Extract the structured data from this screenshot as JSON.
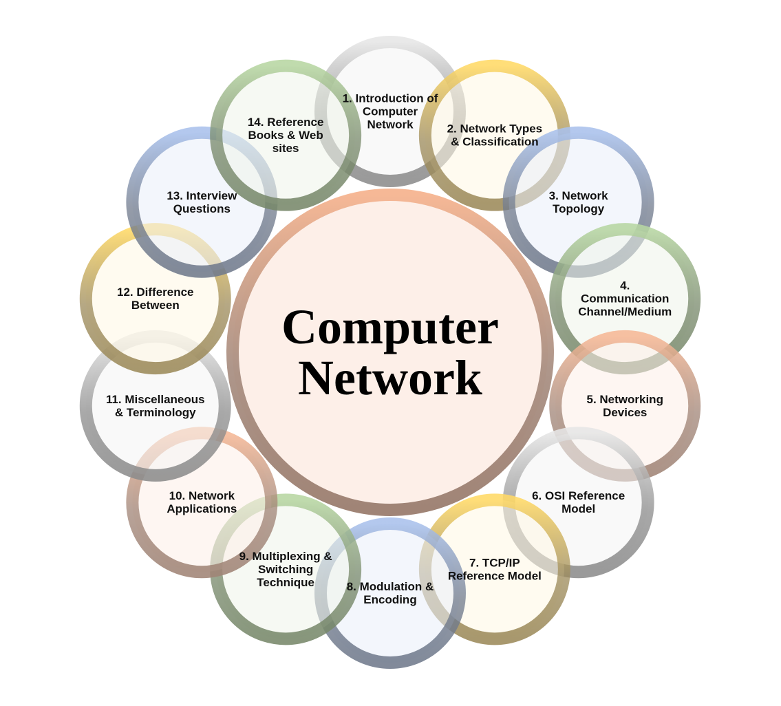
{
  "diagram": {
    "center": {
      "lines": [
        "Computer",
        "Network"
      ],
      "palette": "orange"
    },
    "topics": [
      {
        "id": 1,
        "lines": [
          "1. Introduction of",
          "Computer",
          "Network"
        ],
        "palette": "gray"
      },
      {
        "id": 2,
        "lines": [
          "2. Network Types",
          "& Classification"
        ],
        "palette": "gold"
      },
      {
        "id": 3,
        "lines": [
          "3. Network",
          "Topology"
        ],
        "palette": "blue"
      },
      {
        "id": 4,
        "lines": [
          "4.",
          "Communication",
          "Channel/Medium"
        ],
        "palette": "green"
      },
      {
        "id": 5,
        "lines": [
          "5. Networking",
          "Devices"
        ],
        "palette": "orange"
      },
      {
        "id": 6,
        "lines": [
          "6. OSI Reference",
          "Model"
        ],
        "palette": "gray"
      },
      {
        "id": 7,
        "lines": [
          "7. TCP/IP",
          "Reference Model"
        ],
        "palette": "gold"
      },
      {
        "id": 8,
        "lines": [
          "8. Modulation &",
          "Encoding"
        ],
        "palette": "blue"
      },
      {
        "id": 9,
        "lines": [
          "9. Multiplexing &",
          "Switching",
          "Technique"
        ],
        "palette": "green"
      },
      {
        "id": 10,
        "lines": [
          "10. Network",
          "Applications"
        ],
        "palette": "orange"
      },
      {
        "id": 11,
        "lines": [
          "11. Miscellaneous",
          "& Terminology"
        ],
        "palette": "gray"
      },
      {
        "id": 12,
        "lines": [
          "12. Difference",
          "Between"
        ],
        "palette": "gold"
      },
      {
        "id": 13,
        "lines": [
          "13. Interview",
          "Questions"
        ],
        "palette": "blue"
      },
      {
        "id": 14,
        "lines": [
          "14. Reference",
          "Books & Web",
          "sites"
        ],
        "palette": "green"
      }
    ],
    "palettes": {
      "gray": {
        "fill": "#f4f4f4",
        "ring_light": "#e6e6e6",
        "ring_dark": "#8c8c8c"
      },
      "gold": {
        "fill": "#fff7e3",
        "ring_light": "#ffd966",
        "ring_dark": "#9c8a5a"
      },
      "blue": {
        "fill": "#e9eef9",
        "ring_light": "#a9c1ec",
        "ring_dark": "#707a8c"
      },
      "green": {
        "fill": "#eef4e9",
        "ring_light": "#b7d6a2",
        "ring_dark": "#77886a"
      },
      "orange": {
        "fill": "#fdefe8",
        "ring_light": "#f6b896",
        "ring_dark": "#a08476"
      }
    }
  }
}
